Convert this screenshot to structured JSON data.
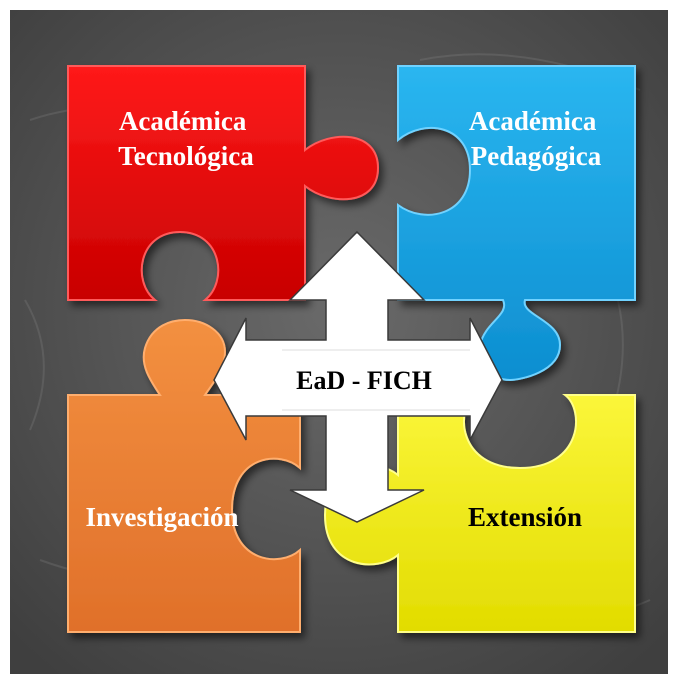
{
  "diagram": {
    "pieces": [
      {
        "id": "red",
        "lines": [
          "Académica",
          "Tecnológica"
        ],
        "color": "#e60000",
        "text_color": "#ffffff"
      },
      {
        "id": "blue",
        "lines": [
          "Académica",
          "Pedagógica"
        ],
        "color": "#1aa7e6",
        "text_color": "#ffffff"
      },
      {
        "id": "orange",
        "lines": [
          "Investigación"
        ],
        "color": "#f08233",
        "text_color": "#ffffff"
      },
      {
        "id": "yellow",
        "lines": [
          "Extensión"
        ],
        "color": "#f2ee12",
        "text_color": "#000000"
      }
    ],
    "center_label": "EaD - FICH",
    "background_color": "#4d4d4d",
    "arrow_color": "#ffffff"
  }
}
